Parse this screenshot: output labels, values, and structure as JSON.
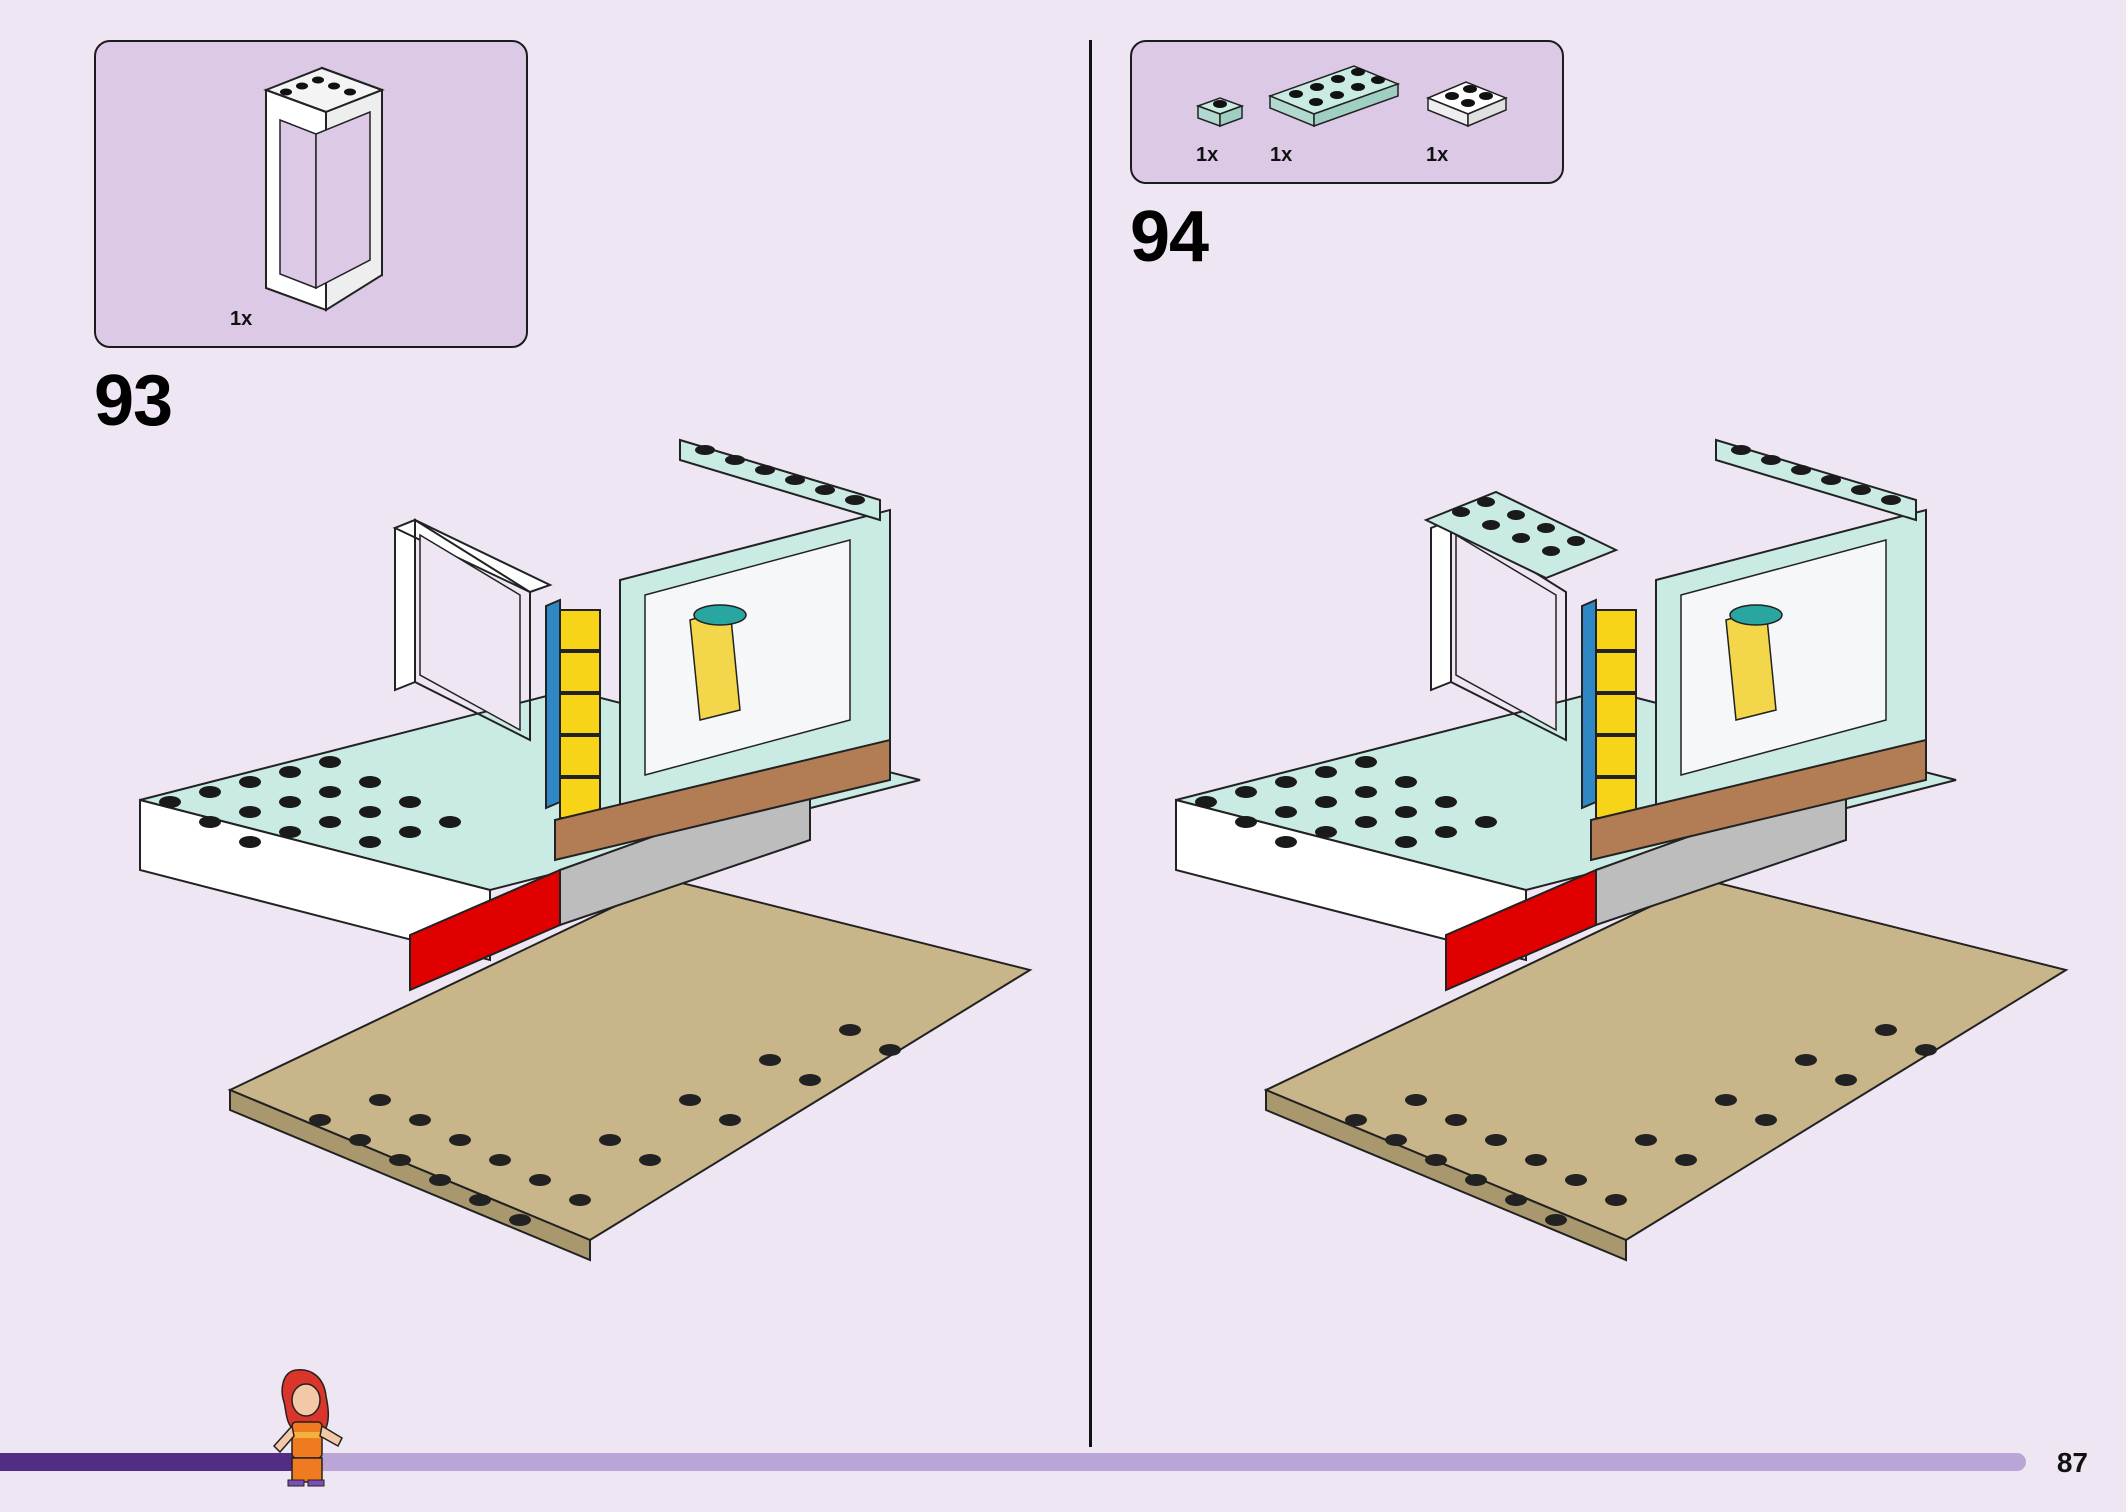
{
  "steps": [
    {
      "number": "93",
      "parts": [
        {
          "name": "white-window-frame",
          "qty": "1x"
        }
      ]
    },
    {
      "number": "94",
      "parts": [
        {
          "name": "light-aqua-plate-1x1",
          "qty": "1x"
        },
        {
          "name": "light-aqua-plate-2x4",
          "qty": "1x"
        },
        {
          "name": "white-plate-2x2",
          "qty": "1x"
        }
      ]
    }
  ],
  "page": {
    "number": "87",
    "progress": 0.147
  },
  "colors": {
    "background": "#eee6f3",
    "parts_box": "#dcc9e6",
    "progress_fill": "#532c86",
    "progress_track": "#b9a6d6",
    "aqua": "#c9ebe3",
    "tan": "#c8b68a",
    "red": "#e00000",
    "yellow": "#f7d417",
    "blue": "#2f87c3",
    "brown": "#b27d55"
  },
  "icons": [
    "minifigure-icon"
  ]
}
